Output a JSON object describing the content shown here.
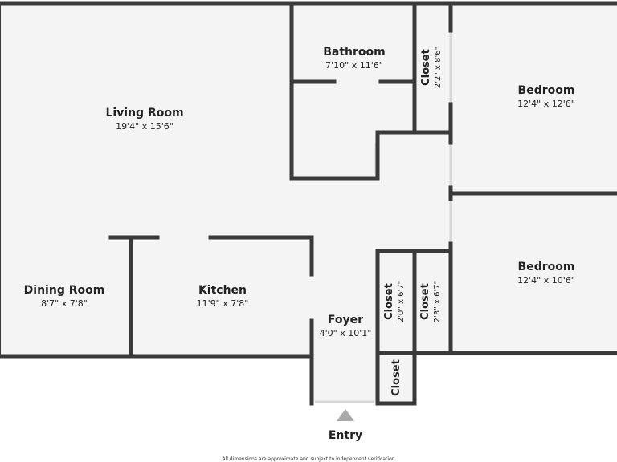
{
  "rooms": {
    "living_room": {
      "name": "Living Room",
      "dim": "19'4\" x 15'6\""
    },
    "bathroom": {
      "name": "Bathroom",
      "dim": "7'10\" x 11'6\""
    },
    "closet_top": {
      "name": "Closet",
      "dim": "2'2\" x 8'6\""
    },
    "bedroom_top": {
      "name": "Bedroom",
      "dim": "12'4\" x 12'6\""
    },
    "bedroom_bottom": {
      "name": "Bedroom",
      "dim": "12'4\" x 10'6\""
    },
    "dining_room": {
      "name": "Dining Room",
      "dim": "8'7\" x 7'8\""
    },
    "kitchen": {
      "name": "Kitchen",
      "dim": "11'9\" x 7'8\""
    },
    "foyer": {
      "name": "Foyer",
      "dim": "4'0\" x 10'1\""
    },
    "closet_foyer_left": {
      "name": "Closet",
      "dim": "2'0\" x 6'7\""
    },
    "closet_foyer_right": {
      "name": "Closet",
      "dim": "2'3\" x 6'7\""
    },
    "closet_small": {
      "name": "Closet",
      "dim": ""
    }
  },
  "entry_label": "Entry",
  "disclaimer": "All dimensions are approximate and subject to independent verification",
  "colors": {
    "wall": "#3a3a3a",
    "floor": "#f4f4f4",
    "window": "#d8d8d8",
    "arrow": "#aaaaaa"
  }
}
